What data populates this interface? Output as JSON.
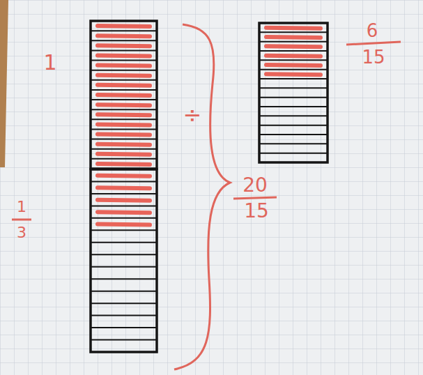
{
  "diagram": {
    "labels": [
      "1",
      "1",
      "3",
      "÷",
      "20",
      "15",
      "6",
      "15"
    ]
  }
}
